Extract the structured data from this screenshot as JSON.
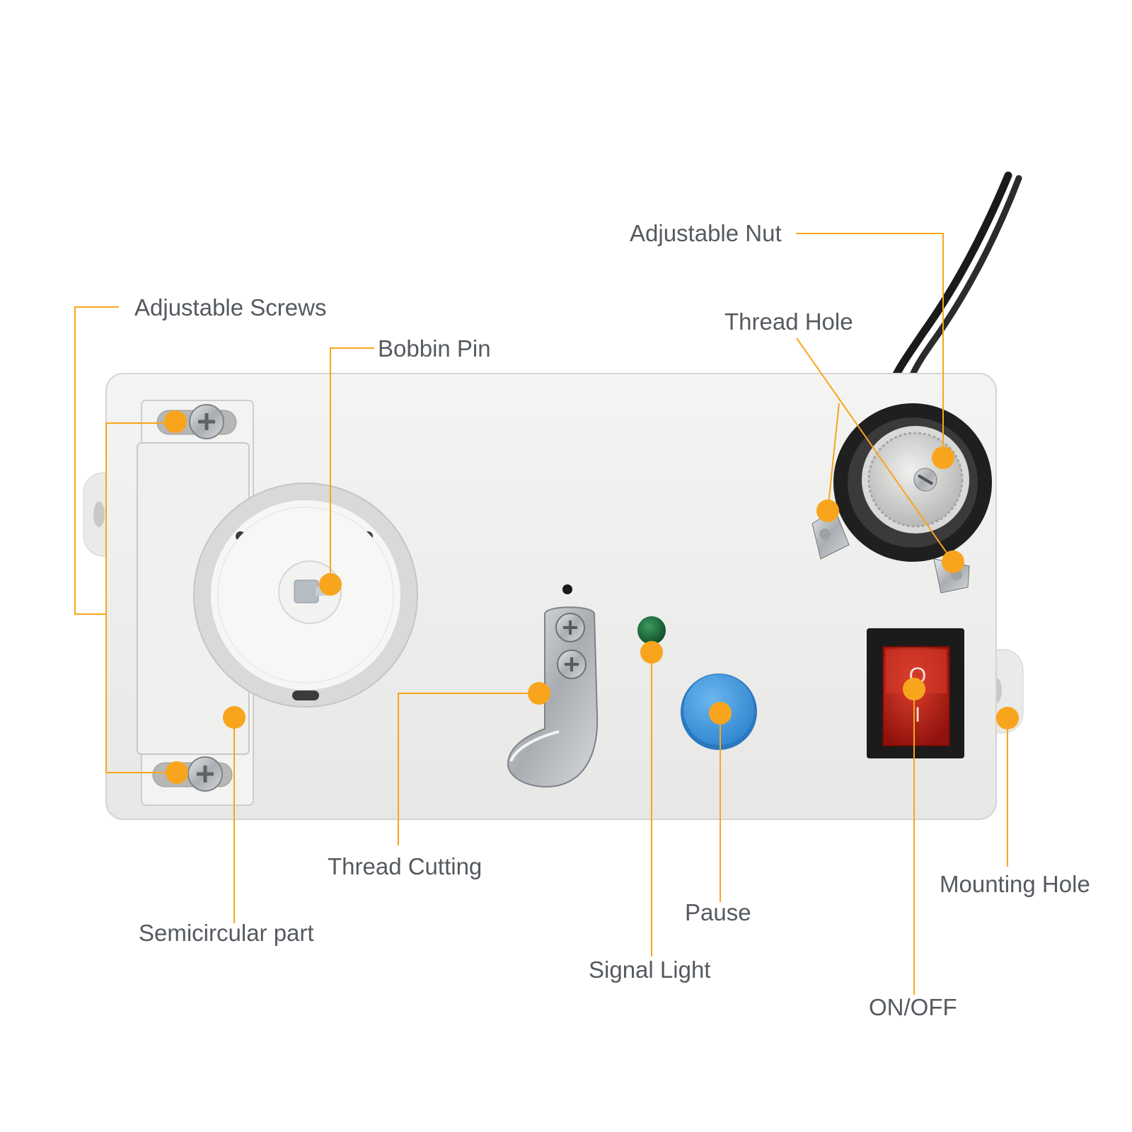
{
  "diagram": {
    "labels": {
      "adjustable_nut": "Adjustable Nut",
      "adjustable_screws": "Adjustable Screws",
      "bobbin_pin": "Bobbin Pin",
      "thread_hole": "Thread Hole",
      "thread_cutting": "Thread Cutting",
      "semicircular_part": "Semicircular part",
      "mounting_hole": "Mounting Hole",
      "pause": "Pause",
      "signal_light": "Signal Light",
      "on_off": "ON/OFF"
    },
    "switch_marks": {
      "off": "O",
      "on": "I"
    },
    "colors": {
      "callout": "#f8a51d",
      "device_body": "#efefed",
      "pause_button": "#4a9fe0",
      "signal_light": "#1c6a3e",
      "rocker_switch": "#b81a14",
      "switch_bezel": "#1b1b1b",
      "label_text": "#555a60"
    },
    "icons": [
      "phillips-screw-icon",
      "flat-screw-icon",
      "power-cord-icon"
    ]
  }
}
